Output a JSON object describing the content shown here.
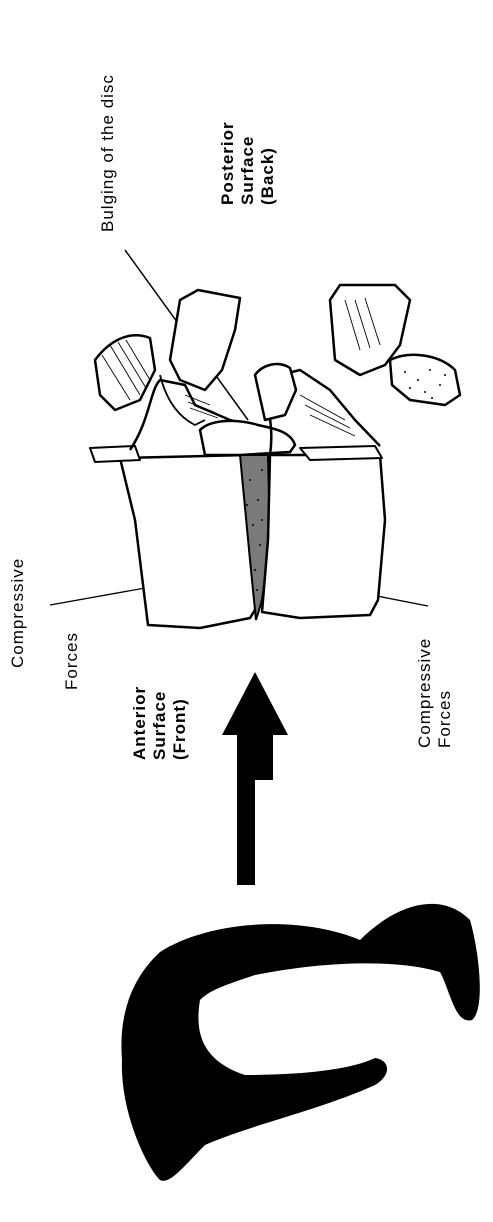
{
  "labels": {
    "bulging": "Bulging of the disc",
    "posterior": {
      "line1": "Posterior",
      "line2": "Surface",
      "line3": "(Back)"
    },
    "compressive_left": {
      "line1": "Compressive",
      "line2": "Forces"
    },
    "anterior": {
      "line1": "Anterior",
      "line2": "Surface",
      "line3": "(Front)"
    },
    "compressive_right": {
      "line1": "Compressive",
      "line2": "Forces"
    }
  },
  "colors": {
    "ink": "#000000",
    "background": "#ffffff",
    "disc": "#7a7a7a"
  },
  "icons": [
    "direction-arrow-icon",
    "spine-silhouette-icon"
  ]
}
